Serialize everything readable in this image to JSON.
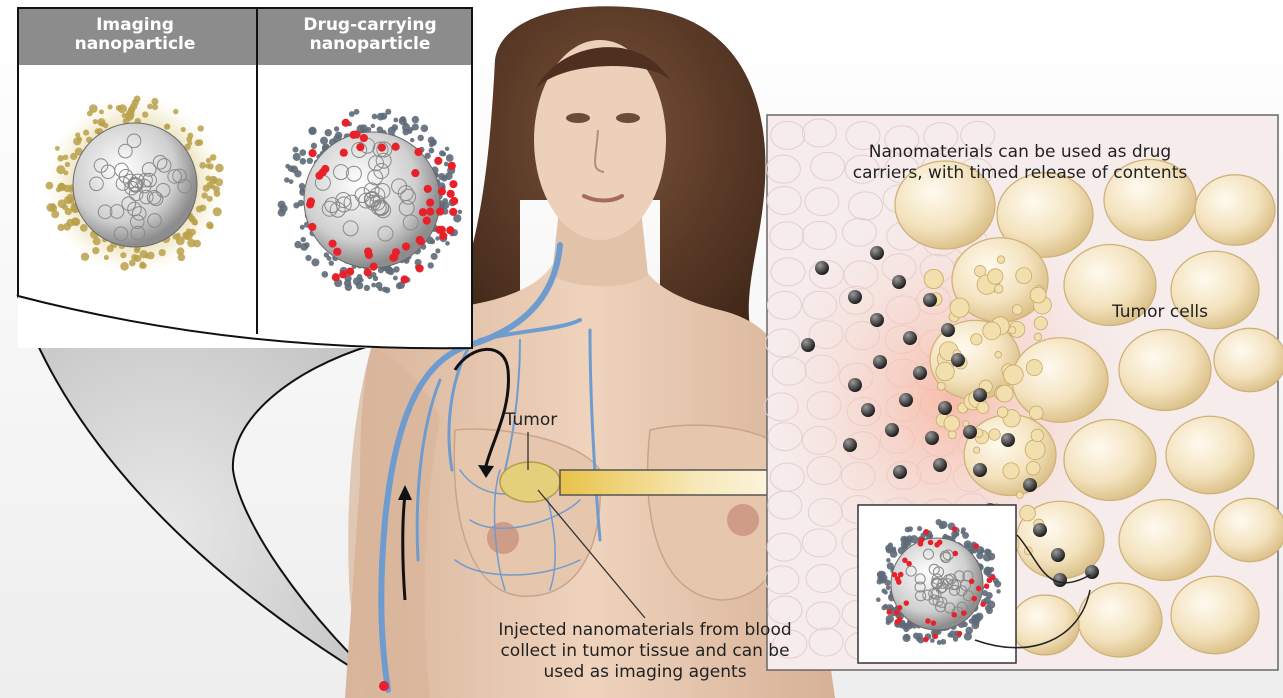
{
  "panel_headers": {
    "imaging": [
      "Imaging",
      "nanoparticle"
    ],
    "drug_carrying": [
      "Drug-carrying",
      "nanoparticle"
    ]
  },
  "labels": {
    "tumor": "Tumor",
    "tumor_cells": "Tumor cells",
    "drug_carriers": [
      "Nanomaterials can be used as drug",
      "carriers, with timed release of contents"
    ],
    "injected": [
      "Injected nanomaterials from blood",
      "collect in tumor tissue and can be",
      "used as imaging agents"
    ]
  },
  "colors": {
    "header_gray": "#8c8c8c",
    "imaging_coat": "#b9a04a",
    "drug_cage": "#5e6a78",
    "drug_dot_red": "#e8202a",
    "blood_vessel": "#6f9ccf",
    "skin": "#e6c7ae",
    "hair": "#5a3a2a",
    "tumor_cell": "#f0ddb0",
    "nanoparticle_dark": "#3a3a3a"
  }
}
